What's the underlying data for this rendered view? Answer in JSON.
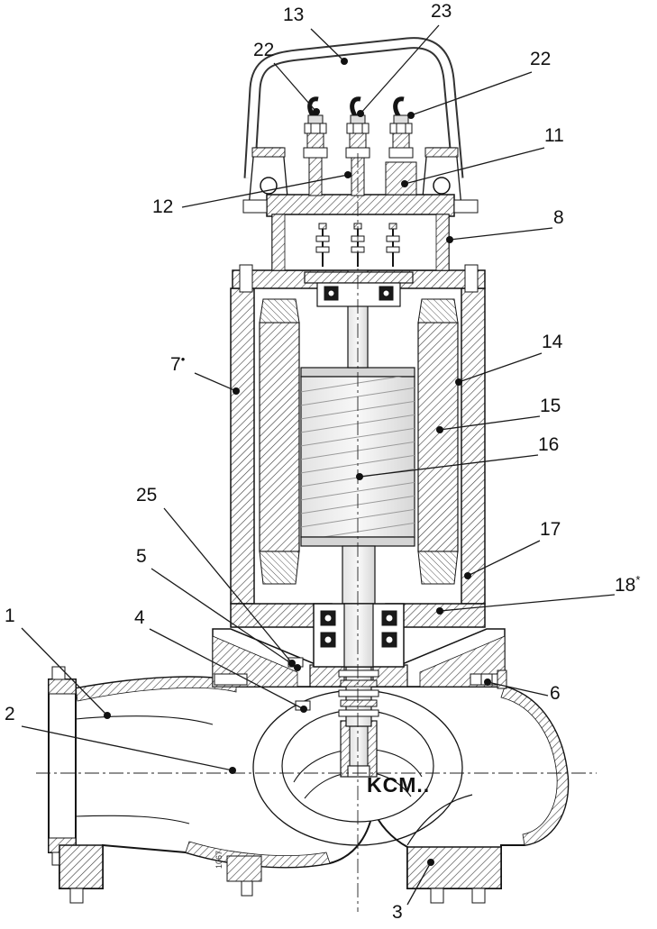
{
  "figure": {
    "model_label": "KCM.."
  },
  "annotations": {
    "vertical_small_text": "1067"
  },
  "callouts": {
    "c13": {
      "label": "13"
    },
    "c23": {
      "label": "23"
    },
    "c22a": {
      "label": "22"
    },
    "c22b": {
      "label": "22"
    },
    "c11": {
      "label": "11"
    },
    "c12": {
      "label": "12"
    },
    "c8": {
      "label": "8"
    },
    "c7": {
      "label": "7",
      "sup": "•"
    },
    "c14": {
      "label": "14"
    },
    "c15": {
      "label": "15"
    },
    "c16": {
      "label": "16"
    },
    "c25": {
      "label": "25"
    },
    "c17": {
      "label": "17"
    },
    "c18": {
      "label": "18",
      "sup": "*"
    },
    "c5": {
      "label": "5"
    },
    "c4": {
      "label": "4"
    },
    "c1": {
      "label": "1"
    },
    "c6": {
      "label": "6"
    },
    "c2": {
      "label": "2"
    },
    "c3": {
      "label": "3"
    }
  }
}
